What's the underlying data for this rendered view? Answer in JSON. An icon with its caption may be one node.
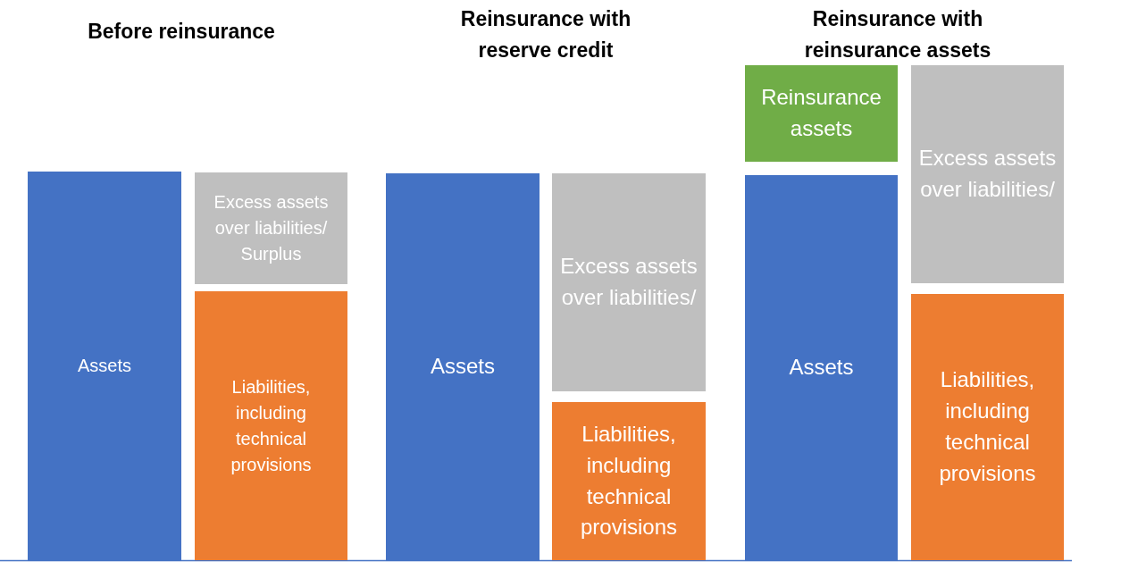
{
  "diagram": {
    "nodes": [
      {
        "text": [
          "Assets"
        ]
      },
      {
        "text": [
          "Excess assets over liabilities/ Surplus"
        ]
      },
      {
        "text": [
          "Liabilities, including technical provisions"
        ]
      },
      {
        "text": [
          "Assets"
        ]
      },
      {
        "text": [
          "Excess assets over liabilities/"
        ]
      },
      {
        "text": [
          "Liabilities, including technical provisions"
        ]
      },
      {
        "text": [
          "Reinsurance assets"
        ]
      },
      {
        "text": [
          "Assets"
        ]
      },
      {
        "text": [
          "Excess assets over liabilities/"
        ]
      },
      {
        "text": [
          "Liabilities, including technical provisions"
        ]
      }
    ],
    "labels": [
      "Before reinsurance",
      "Reinsurance with reserve credit",
      "Reinsurance with reinsurance assets"
    ]
  }
}
